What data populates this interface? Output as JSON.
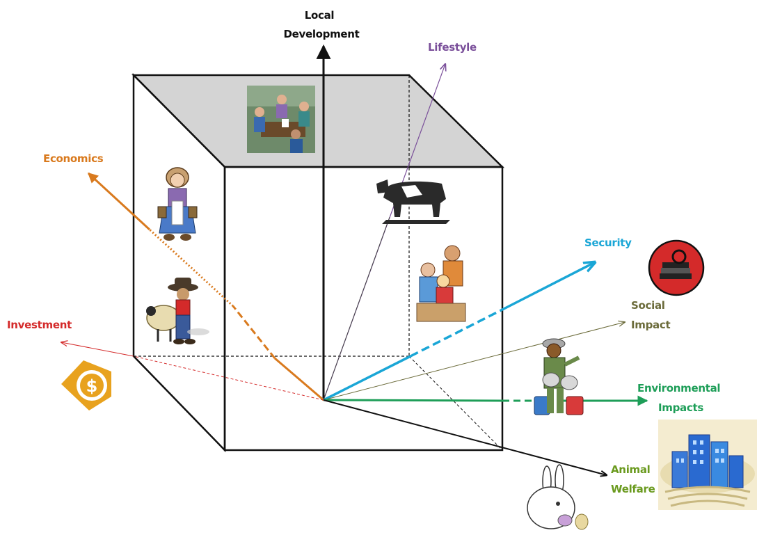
{
  "labels": {
    "local_development_1": "Local",
    "local_development_2": "Development",
    "lifestyle": "Lifestyle",
    "economics": "Economics",
    "security": "Security",
    "social_impact_1": "Social",
    "social_impact_2": "Impact",
    "investment": "Investment",
    "environmental_1": "Environmental",
    "environmental_2": "Impacts",
    "animal_welfare_1": "Animal",
    "animal_welfare_2": "Welfare"
  },
  "colors": {
    "local_development": "#111111",
    "lifestyle": "#7a4f9a",
    "economics": "#d97a1e",
    "security": "#1aa6d6",
    "social_impact": "#6b6b3a",
    "investment": "#d42a2a",
    "environmental": "#1e9e58",
    "animal_welfare": "#6a9a1e",
    "cube_top": "#d4d4d4",
    "cube_edge": "#111111"
  },
  "icons": [
    "meeting-people-icon",
    "milkmaid-icon",
    "farmer-with-sheep-icon",
    "cow-icon",
    "family-icon",
    "security-books-icon",
    "dollar-coin-icon",
    "traveler-with-bags-icon",
    "city-buildings-icon",
    "rabbit-icon"
  ]
}
